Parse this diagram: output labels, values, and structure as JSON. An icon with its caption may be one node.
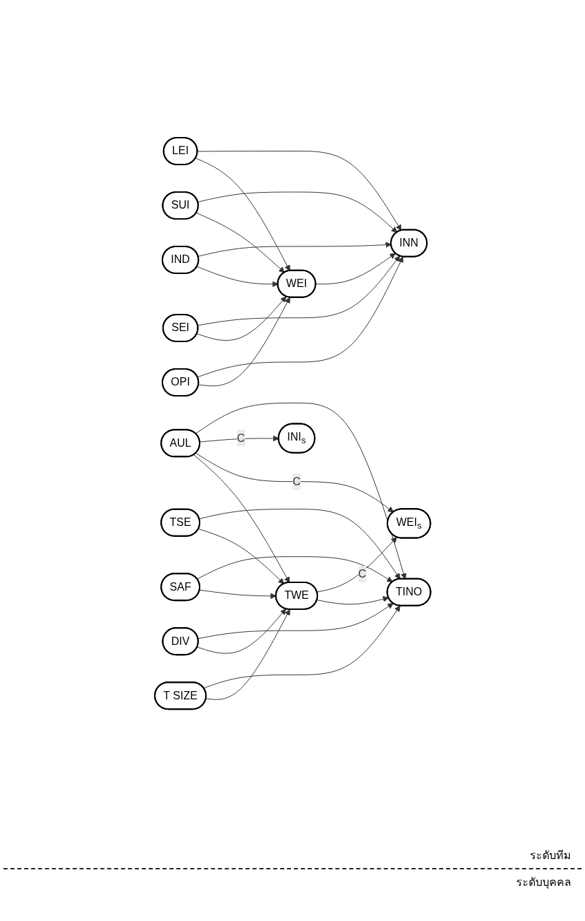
{
  "diagram": {
    "nodes": [
      {
        "text": [
          "T SIZE"
        ]
      },
      {
        "text": [
          "DIV"
        ]
      },
      {
        "text": [
          "SAF"
        ]
      },
      {
        "text": [
          "TSE"
        ]
      },
      {
        "text": [
          "AUL"
        ]
      },
      {
        "text": [
          "TWE"
        ]
      },
      {
        "text": [
          "TINO"
        ]
      },
      {
        "text": [
          "WEI$_{s}$"
        ]
      },
      {
        "text": [
          "INI$_{s}$"
        ]
      },
      {
        "text": [
          "OPI"
        ]
      },
      {
        "text": [
          "SEI"
        ]
      },
      {
        "text": [
          "IND"
        ]
      },
      {
        "text": [
          "LEI"
        ]
      },
      {
        "text": [
          "SUI"
        ]
      },
      {
        "text": [
          "WEI"
        ]
      },
      {
        "text": [
          "INN"
        ]
      }
    ],
    "edges": [
      {
        "from": 0,
        "to": 5,
        "arrow": "to"
      },
      {
        "from": 1,
        "to": 5,
        "arrow": "to"
      },
      {
        "from": 2,
        "to": 5,
        "arrow": "to"
      },
      {
        "from": 3,
        "to": 5,
        "arrow": "to"
      },
      {
        "from": 4,
        "to": 5,
        "arrow": "to"
      },
      {
        "from": 5,
        "to": 6,
        "arrow": "to"
      },
      {
        "from": 5,
        "to": 7,
        "arrow": "to",
        "label": "C"
      },
      {
        "from": 4,
        "to": 7,
        "arrow": "to",
        "label": "C"
      },
      {
        "from": 4,
        "to": 8,
        "arrow": "to",
        "label": "C"
      },
      {
        "from": 0,
        "to": 6,
        "arrow": "to"
      },
      {
        "from": 1,
        "to": 6,
        "arrow": "to"
      },
      {
        "from": 2,
        "to": 6,
        "arrow": "to"
      },
      {
        "from": 3,
        "to": 6,
        "arrow": "to"
      },
      {
        "from": 4,
        "to": 6,
        "arrow": "to"
      },
      {
        "from": 9,
        "to": 14,
        "arrow": "to"
      },
      {
        "from": 10,
        "to": 14,
        "arrow": "to"
      },
      {
        "from": 11,
        "to": 14,
        "arrow": "to"
      },
      {
        "from": 12,
        "to": 14,
        "arrow": "to"
      },
      {
        "from": 13,
        "to": 14,
        "arrow": "to"
      },
      {
        "from": 14,
        "to": 15,
        "arrow": "to"
      },
      {
        "from": 9,
        "to": 15,
        "arrow": "to"
      },
      {
        "from": 10,
        "to": 15,
        "arrow": "to"
      },
      {
        "from": 11,
        "to": 15,
        "arrow": "to"
      },
      {
        "from": 13,
        "to": 15,
        "arrow": "to"
      },
      {
        "from": 12,
        "to": 15,
        "arrow": "to"
      }
    ],
    "labels": [
      "ระดับทีม",
      "ระดับบุคคล"
    ]
  }
}
